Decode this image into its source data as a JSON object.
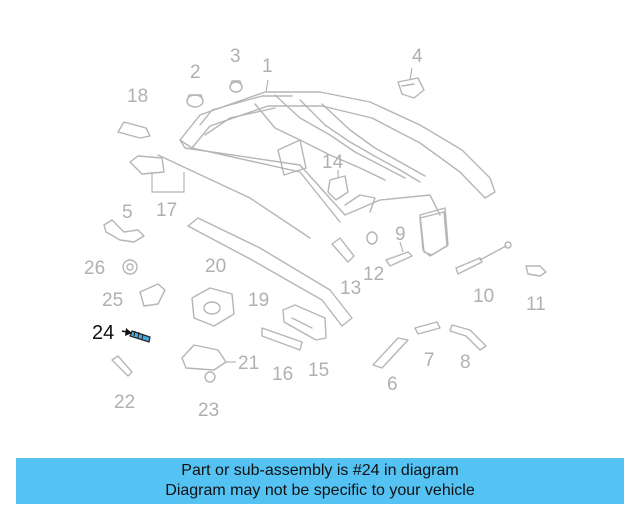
{
  "callouts": {
    "c1": "1",
    "c2": "2",
    "c3": "3",
    "c4": "4",
    "c5": "5",
    "c6": "6",
    "c7": "7",
    "c8": "8",
    "c9": "9",
    "c10": "10",
    "c11": "11",
    "c12": "12",
    "c13": "13",
    "c14": "14",
    "c15": "15",
    "c16": "16",
    "c17": "17",
    "c18": "18",
    "c19": "19",
    "c20": "20",
    "c21": "21",
    "c22": "22",
    "c23": "23",
    "c24": "24",
    "c25": "25",
    "c26": "26"
  },
  "highlighted_part": "24",
  "colors": {
    "banner": "#54c3f4",
    "highlight": "#4aa8d8",
    "lines": "#b5b5b5"
  },
  "banner": {
    "line1": "Part or sub-assembly is #24 in diagram",
    "line2": "Diagram may not be specific to your vehicle"
  }
}
